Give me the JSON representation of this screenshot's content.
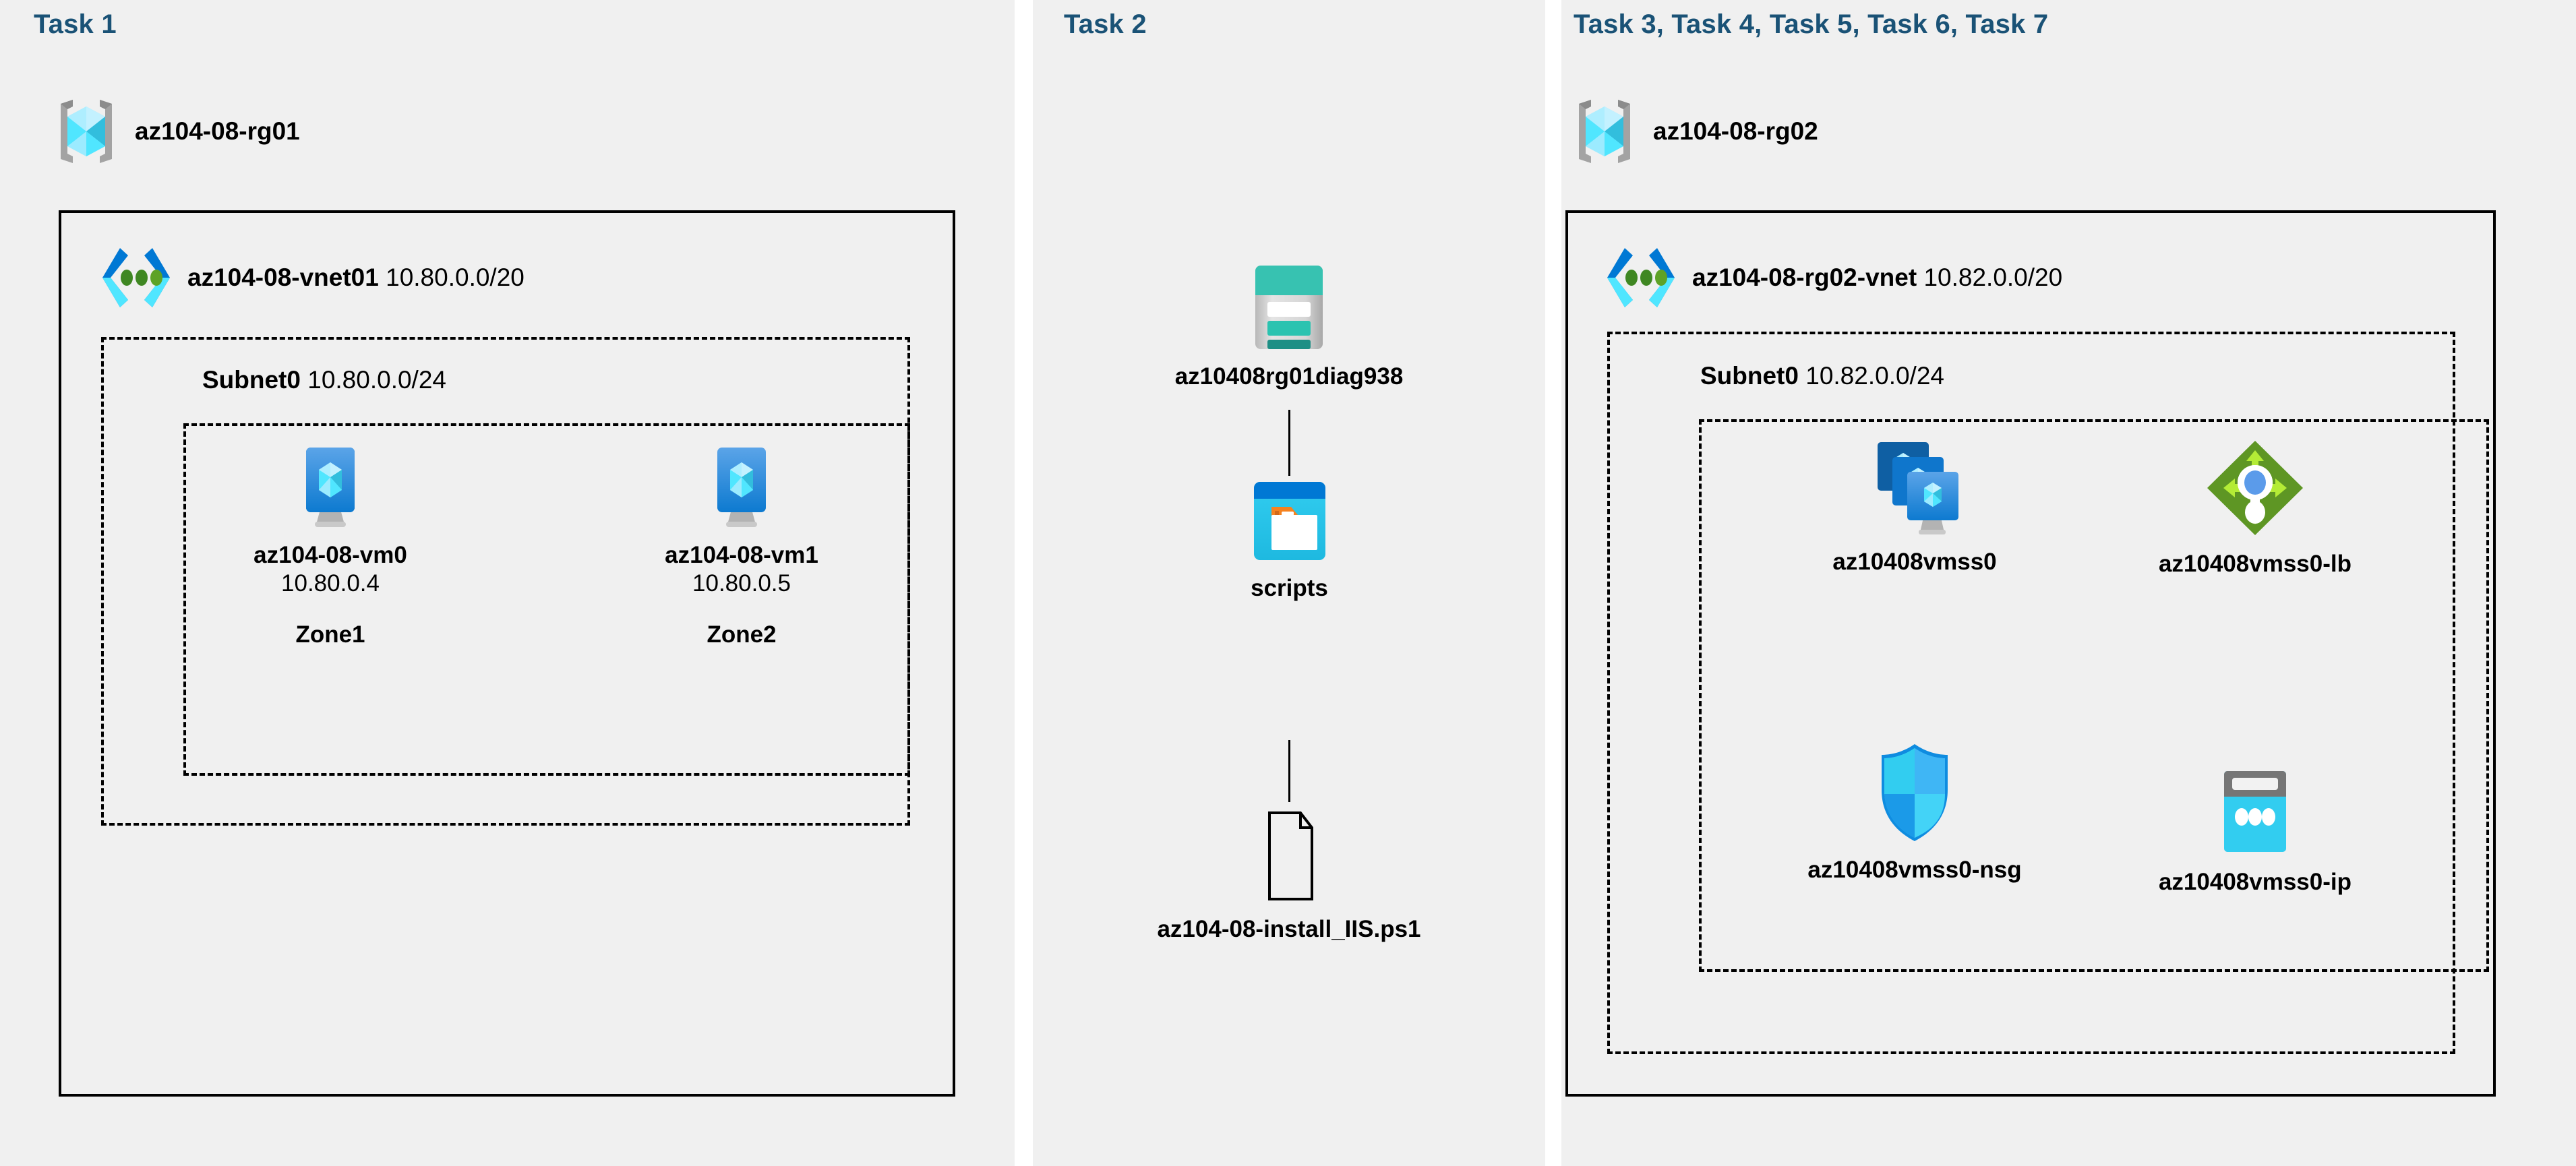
{
  "columns": [
    {
      "id": "task1",
      "title": "Task 1",
      "resource_group": {
        "name": "az104-08-rg01",
        "icon": "resource-group-icon"
      },
      "vnet": {
        "name": "az104-08-vnet01",
        "cidr": "10.80.0.0/20",
        "icon": "virtual-network-icon"
      },
      "subnet": {
        "name": "Subnet0",
        "cidr": "10.80.0.0/24"
      },
      "vms": [
        {
          "name": "az104-08-vm0",
          "ip": "10.80.0.4",
          "zone": "Zone1",
          "icon": "virtual-machine-icon"
        },
        {
          "name": "az104-08-vm1",
          "ip": "10.80.0.5",
          "zone": "Zone2",
          "icon": "virtual-machine-icon"
        }
      ]
    },
    {
      "id": "task2",
      "title": "Task 2",
      "chain": [
        {
          "name": "az10408rg01diag938",
          "icon": "storage-account-icon"
        },
        {
          "name": "scripts",
          "icon": "blob-container-icon"
        },
        {
          "name": "az104-08-install_IIS.ps1",
          "icon": "file-icon"
        }
      ]
    },
    {
      "id": "task3to7",
      "title": "Task 3, Task 4, Task 5, Task 6, Task 7",
      "resource_group": {
        "name": "az104-08-rg02",
        "icon": "resource-group-icon"
      },
      "vnet": {
        "name": "az104-08-rg02-vnet",
        "cidr": "10.82.0.0/20",
        "icon": "virtual-network-icon"
      },
      "subnet": {
        "name": "Subnet0",
        "cidr": "10.82.0.0/24"
      },
      "resources": [
        {
          "name": "az10408vmss0",
          "icon": "vm-scale-set-icon"
        },
        {
          "name": "az10408vmss0-lb",
          "icon": "load-balancer-icon"
        },
        {
          "name": "az10408vmss0-nsg",
          "icon": "network-security-group-icon"
        },
        {
          "name": "az10408vmss0-ip",
          "icon": "public-ip-address-icon"
        }
      ]
    }
  ],
  "colors": {
    "task_title": "#1a5276",
    "panel_background": "#f0f0f0",
    "page_background": "#ffffff",
    "border": "#000000",
    "azure_blue": "#0078d4",
    "azure_cyan": "#50e6ff",
    "storage_teal": "#2bc3b0",
    "lb_green": "#5e9624",
    "rg_gray": "#949494"
  }
}
